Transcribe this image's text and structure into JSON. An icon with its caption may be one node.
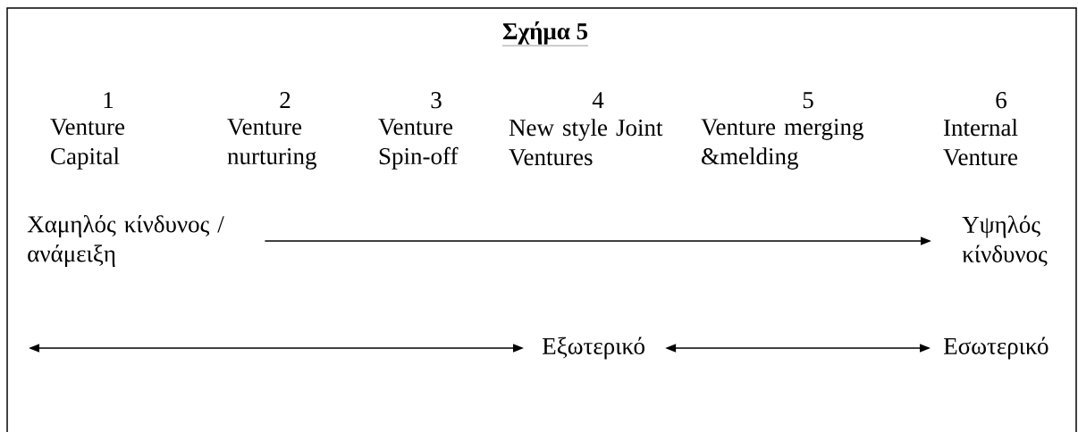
{
  "diagram": {
    "title": "Σχήμα 5",
    "nodes": [
      {
        "text": [
          "Χαμηλός κίνδυνος / ανάμειξη"
        ]
      },
      {
        "text": [
          "Υψηλός κίνδυνος"
        ]
      },
      {
        "text": [
          "Εξωτερικό"
        ]
      },
      {
        "text": [
          "Εσωτερικό"
        ]
      }
    ],
    "edges": [
      {
        "from": 0,
        "to": 1,
        "arrow": "to"
      },
      {
        "from": null,
        "to": 2,
        "arrow": "both"
      },
      {
        "from": 2,
        "to": 3,
        "arrow": "both"
      }
    ],
    "labels": [
      "1",
      "Venture Capital",
      "2",
      "Venture nurturing",
      "3",
      "Venture Spin-off",
      "4",
      "New style Joint Ventures",
      "5",
      "Venture merging &melding",
      "6",
      "Internal Venture"
    ]
  }
}
